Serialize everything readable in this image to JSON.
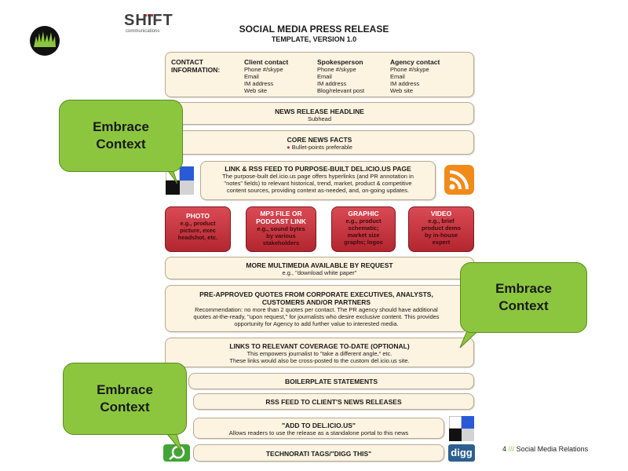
{
  "logo": {
    "brand": "SHIFT",
    "sub": "communications"
  },
  "title": {
    "line1": "SOCIAL MEDIA PRESS RELEASE",
    "line2": "TEMPLATE, VERSION 1.0"
  },
  "contact": {
    "label": [
      "CONTACT",
      "INFORMATION:"
    ],
    "columns": [
      {
        "head": "Client contact",
        "items": [
          "Phone #/skype",
          "Email",
          "IM address",
          "Web site"
        ]
      },
      {
        "head": "Spokesperson",
        "items": [
          "Phone #/skype",
          "Email",
          "IM address",
          "Blog/relevant post"
        ]
      },
      {
        "head": "Agency contact",
        "items": [
          "Phone #/skype",
          "Email",
          "IM address",
          "Web site"
        ]
      }
    ]
  },
  "headline": {
    "title": "NEWS RELEASE HEADLINE",
    "sub": "Subhead"
  },
  "core": {
    "title": "CORE NEWS FACTS",
    "sub": "Bullet-points preferable"
  },
  "link": {
    "title": "LINK & RSS FEED TO PURPOSE-BUILT DEL.ICIO.US PAGE",
    "lines": [
      "The purpose-built del.icio.us page offers hyperlinks (and PR annotation in",
      "\"notes\" fields) to relevant historical, trend, market, product & competitive",
      "content sources, providing context as-needed, and, on-going updates."
    ]
  },
  "media": [
    {
      "title": "PHOTO",
      "lines": [
        "e.g., product",
        "picture, exec",
        "headshot, etc."
      ]
    },
    {
      "title": "MP3 FILE OR PODCAST LINK",
      "lines": [
        "e.g., sound bytes",
        "by various",
        "stakeholders"
      ]
    },
    {
      "title": "GRAPHIC",
      "lines": [
        "e.g., product",
        "schematic;",
        "market size",
        "graphs; logos"
      ]
    },
    {
      "title": "VIDEO",
      "lines": [
        "e.g., brief",
        "product demo",
        "by in-house",
        "expert"
      ]
    }
  ],
  "multimedia": {
    "title": "MORE MULTIMEDIA AVAILABLE BY REQUEST",
    "sub": "e.g., \"download white paper\""
  },
  "quotes": {
    "title1": "PRE-APPROVED QUOTES FROM CORPORATE EXECUTIVES, ANALYSTS,",
    "title2": "CUSTOMERS AND/OR PARTNERS",
    "lines": [
      "Recommendation: no more than 2 quotes per contact.  The PR agency should have additional",
      "quotes at-the-ready, \"upon request,\" for journalists who desire exclusive content.  This provides",
      "opportunity for Agency to add further value to interested media."
    ]
  },
  "links": {
    "title": "LINKS TO RELEVANT COVERAGE TO-DATE (OPTIONAL)",
    "lines": [
      "This empowers journalist to \"take a different angle,\" etc.",
      "These links would also be cross-posted to the custom del.icio.us site."
    ]
  },
  "boilerplate": "BOILERPLATE STATEMENTS",
  "rssfeed": "RSS FEED TO CLIENT'S NEWS RELEASES",
  "add": {
    "title": "\"ADD TO DEL.ICIO.US\"",
    "sub": "Allows readers to use the release as a standalone portal to this news"
  },
  "technorati": "TECHNORATI TAGS/\"DIGG THIS\"",
  "digg": "digg",
  "callouts": [
    "Embrace Context",
    "Embrace Context",
    "Embrace Context"
  ],
  "footer": {
    "num": "4",
    "sep": "///",
    "text": "Social Media Relations"
  },
  "colors": {
    "callout": "#8cc63f",
    "box": "#fdf3e1",
    "red": "#c1323c"
  }
}
